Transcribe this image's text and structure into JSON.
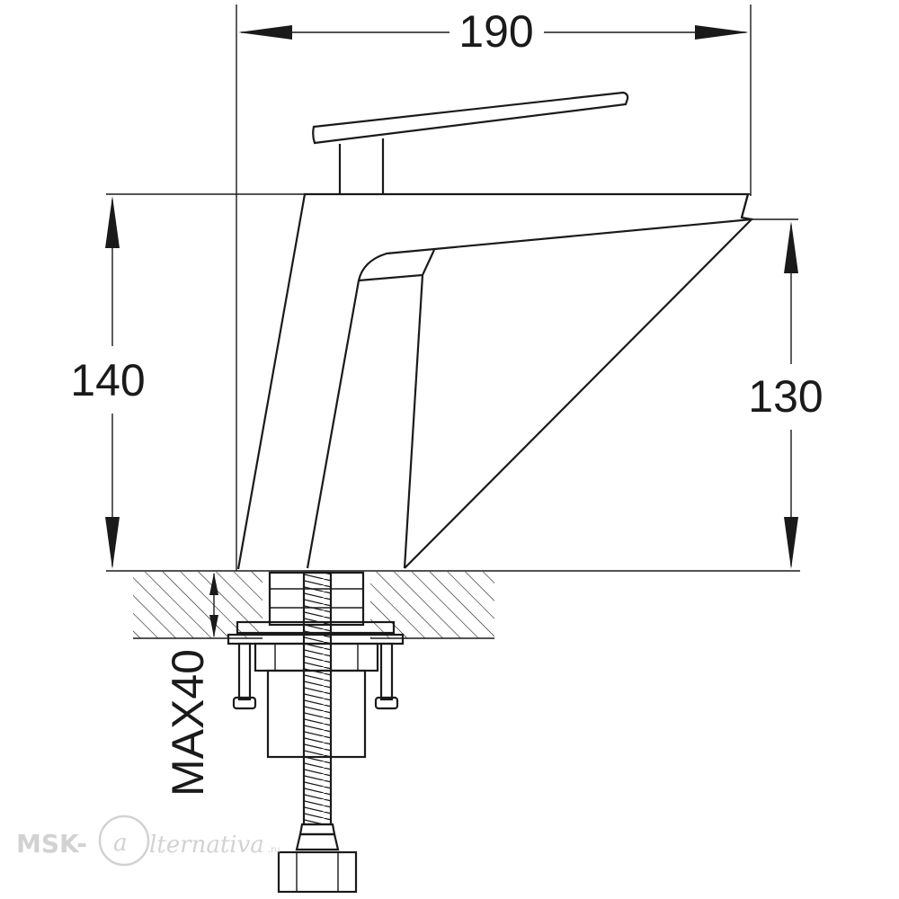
{
  "dimensions": {
    "width": "190",
    "height_total": "140",
    "height_spout": "130",
    "max_thickness": "MAX40"
  },
  "watermark": {
    "prefix": "MSK-",
    "mark": "a",
    "suffix": "lternativa",
    "tld": ".ru"
  },
  "colors": {
    "line": "#1a1a1a",
    "watermark": "#d2d2d2"
  }
}
